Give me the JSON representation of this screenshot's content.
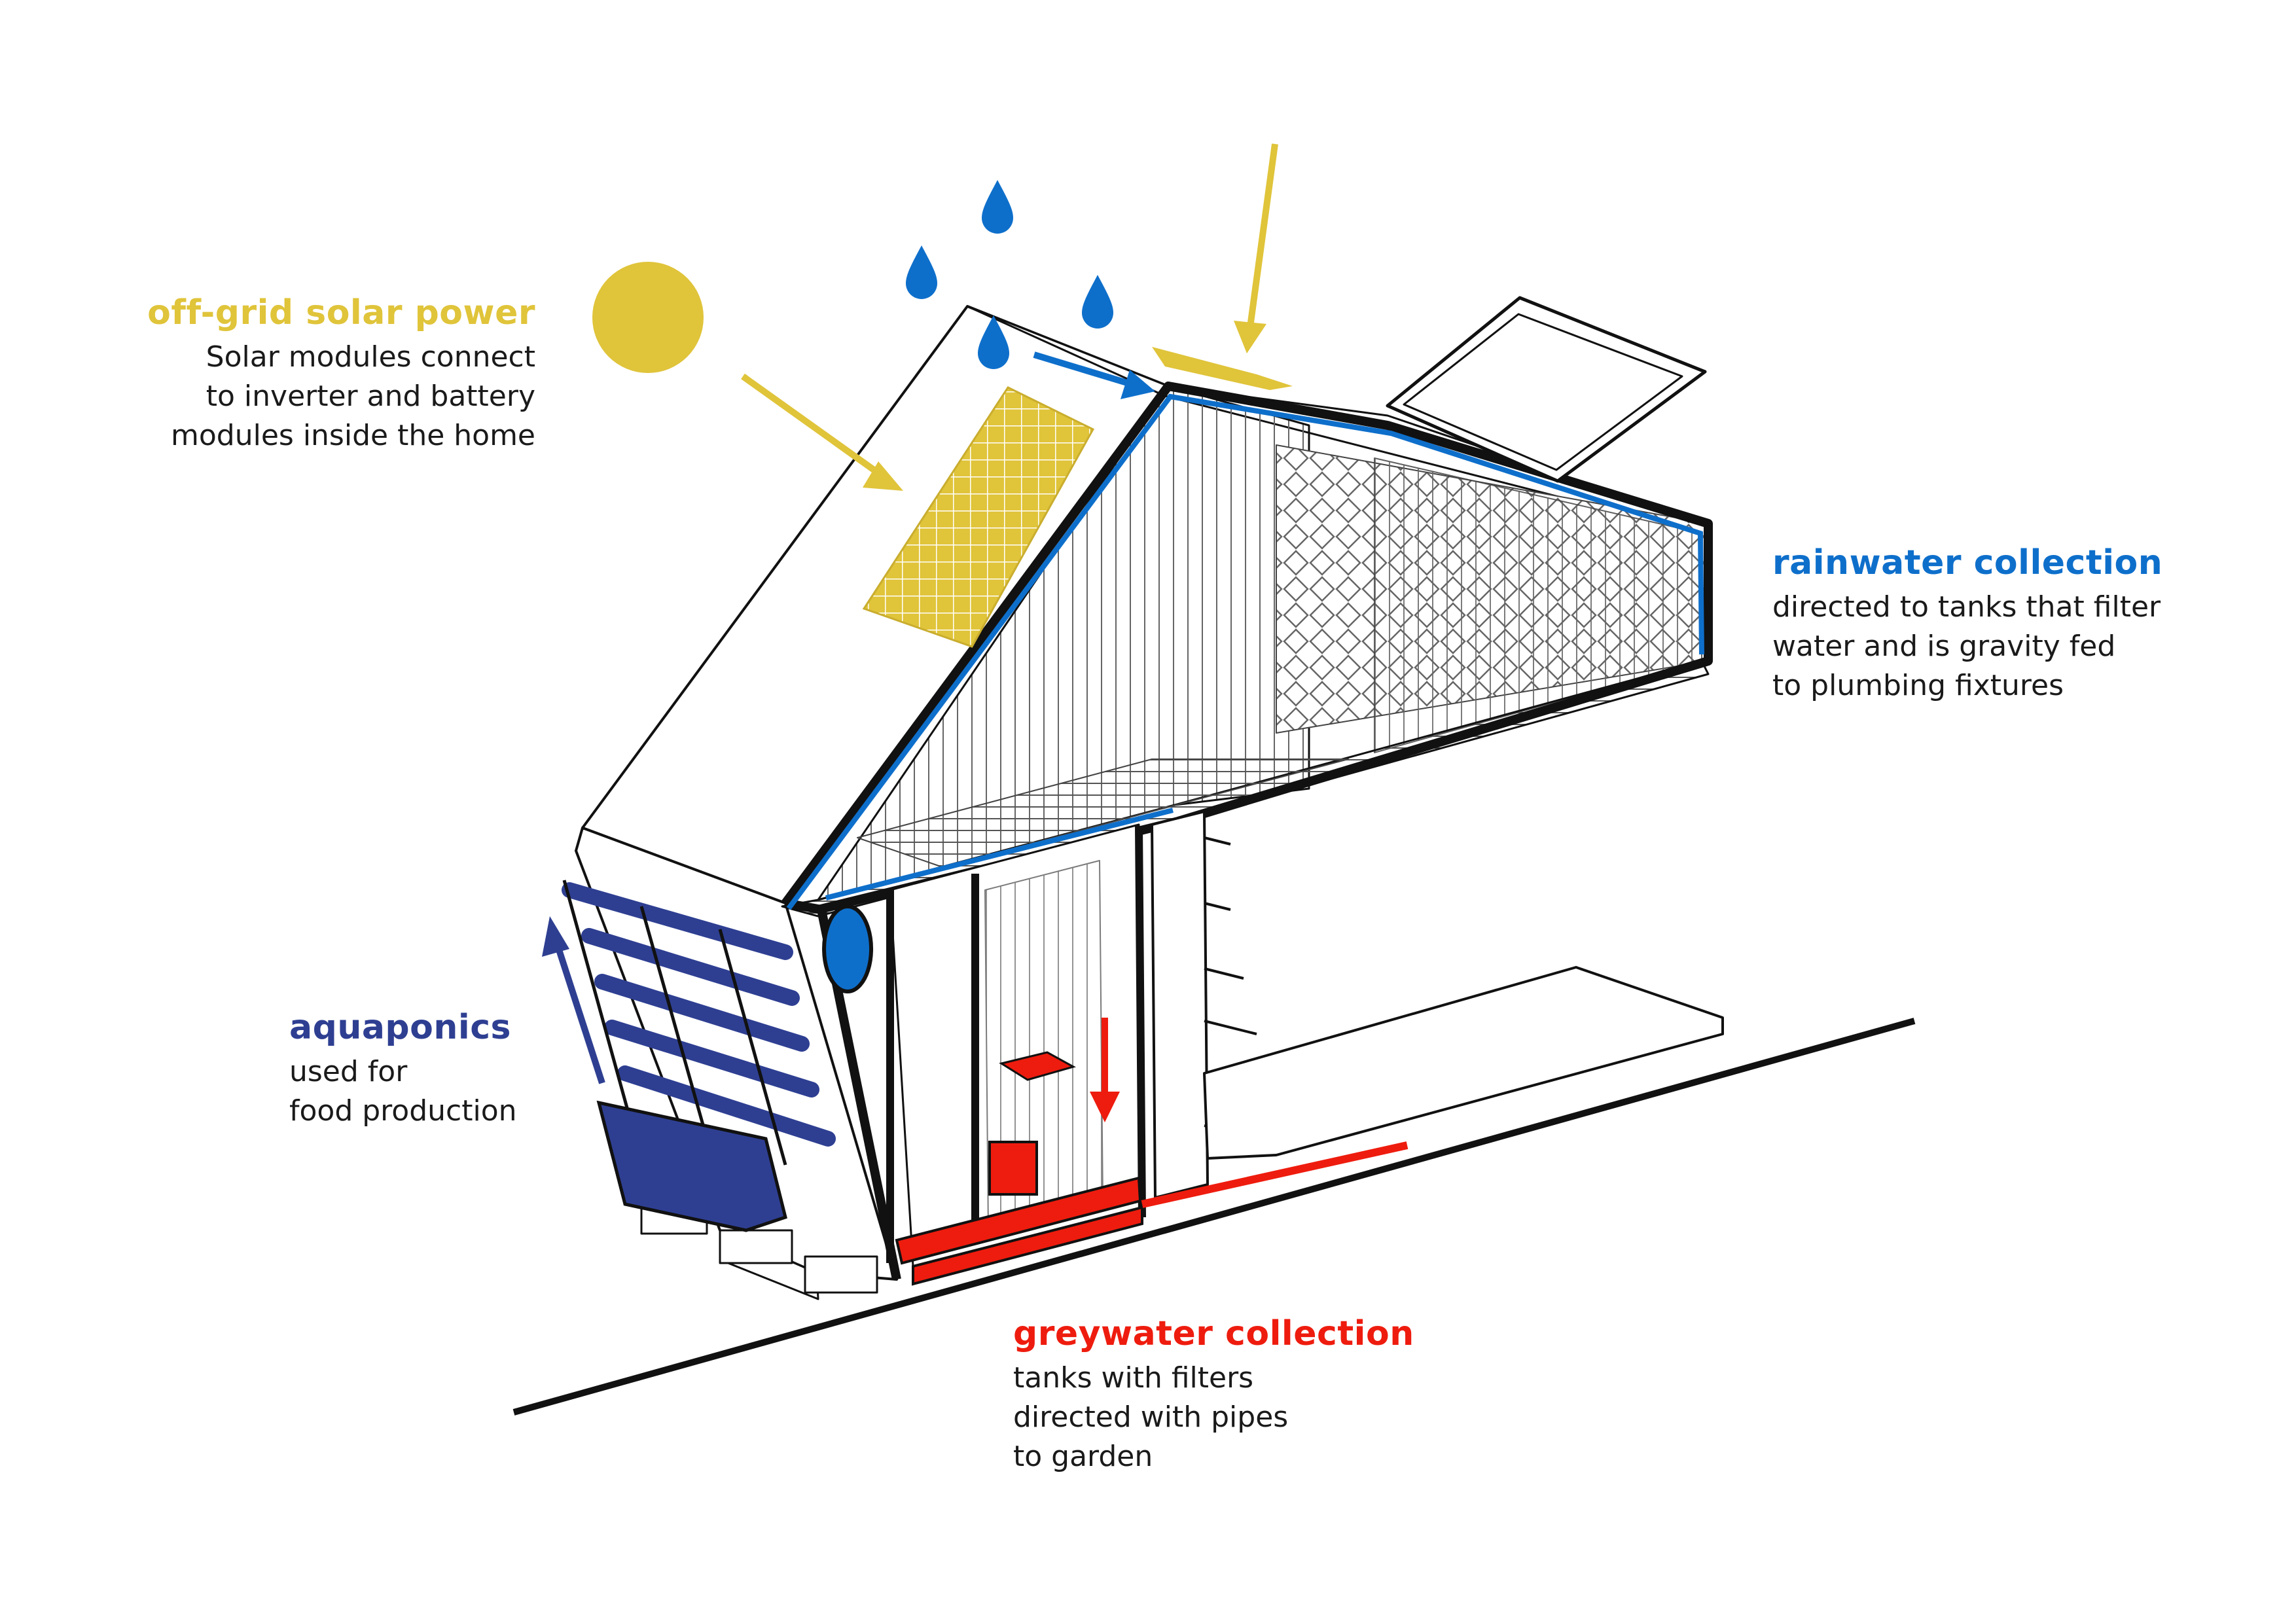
{
  "colors": {
    "solar": "#E0C43A",
    "rain": "#0E6FCB",
    "aquaponics": "#2E3F92",
    "greywater": "#EE1C0E",
    "outline": "#111111"
  },
  "labels": {
    "solar": {
      "title": "off-grid solar power",
      "lines": [
        "Solar modules connect",
        "to inverter and battery",
        "modules inside the home"
      ]
    },
    "rainwater": {
      "title": "rainwater collection",
      "lines": [
        "directed to tanks that filter",
        "water and is gravity fed",
        "to plumbing fixtures"
      ]
    },
    "aquaponics": {
      "title": "aquaponics",
      "lines": [
        "used for",
        "food production"
      ]
    },
    "greywater": {
      "title": "greywater collection",
      "lines": [
        "tanks with filters",
        "directed with pipes",
        "to garden"
      ]
    }
  }
}
